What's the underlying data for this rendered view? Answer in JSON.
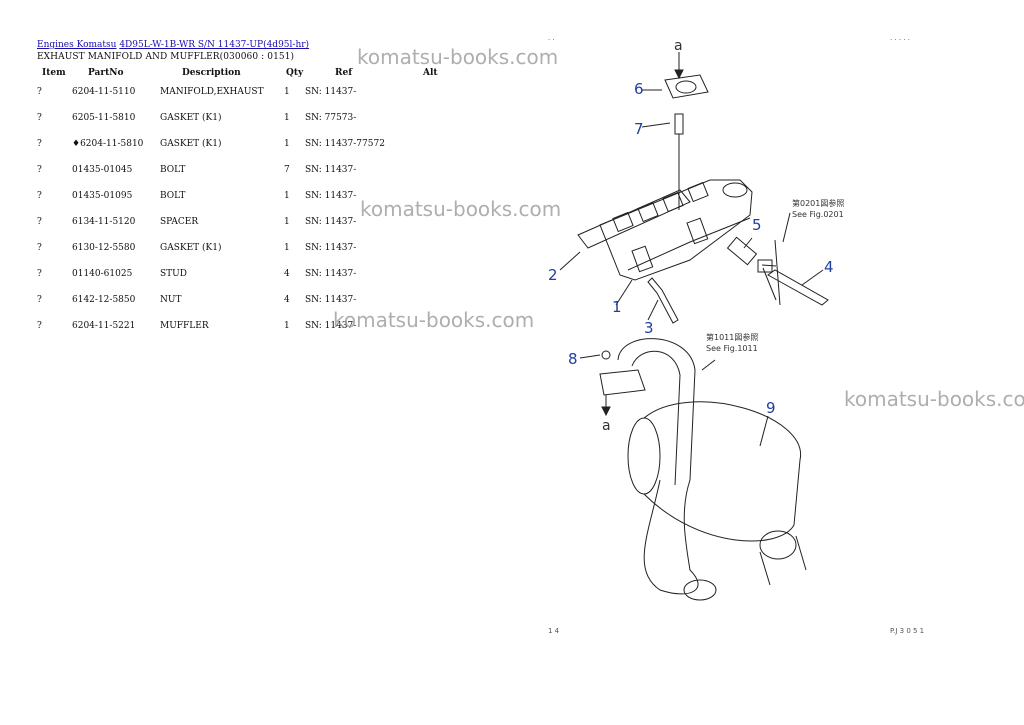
{
  "breadcrumb": {
    "engines_link": "Engines Komatsu",
    "model_link": "4D95L-W-1B-WR S/N 11437-UP(4d95l-hr)"
  },
  "page_title": "EXHAUST MANIFOLD AND MUFFLER(030060 : 0151)",
  "table": {
    "headers": {
      "item": "Item",
      "part_no": "PartNo",
      "description": "Description",
      "qty": "Qty",
      "ref": "Ref",
      "alt": "Alt"
    },
    "rows": [
      {
        "item": "?",
        "part_no": "6204-11-5110",
        "description": "MANIFOLD,EXHAUST",
        "qty": "1",
        "ref": "SN: 11437-"
      },
      {
        "item": "?",
        "part_no": "6205-11-5810",
        "description": "GASKET (K1)",
        "qty": "1",
        "ref": "SN: 77573-"
      },
      {
        "item": "?",
        "part_no": "♦6204-11-5810",
        "description": "GASKET (K1)",
        "qty": "1",
        "ref": "SN: 11437-77572"
      },
      {
        "item": "?",
        "part_no": "01435-01045",
        "description": "BOLT",
        "qty": "7",
        "ref": "SN: 11437-"
      },
      {
        "item": "?",
        "part_no": "01435-01095",
        "description": "BOLT",
        "qty": "1",
        "ref": "SN: 11437-"
      },
      {
        "item": "?",
        "part_no": "6134-11-5120",
        "description": "SPACER",
        "qty": "1",
        "ref": "SN: 11437-"
      },
      {
        "item": "?",
        "part_no": "6130-12-5580",
        "description": "GASKET (K1)",
        "qty": "1",
        "ref": "SN: 11437-"
      },
      {
        "item": "?",
        "part_no": "01140-61025",
        "description": "STUD",
        "qty": "4",
        "ref": "SN: 11437-"
      },
      {
        "item": "?",
        "part_no": "6142-12-5850",
        "description": "NUT",
        "qty": "4",
        "ref": "SN: 11437-"
      },
      {
        "item": "?",
        "part_no": "6204-11-5221",
        "description": "MUFFLER",
        "qty": "1",
        "ref": "SN: 11437-"
      }
    ]
  },
  "watermark_text": "komatsu-books.com",
  "diagram": {
    "callouts": [
      "1",
      "2",
      "3",
      "4",
      "5",
      "6",
      "7",
      "8",
      "9"
    ],
    "flow_label": "a",
    "ref_0201_jp": "第0201図参照",
    "ref_0201_en": "See Fig.0201",
    "ref_1011_jp": "第1011図参照",
    "ref_1011_en": "See Fig.1011",
    "footer_left": "1 4",
    "footer_right": "P.J 3 0 5 1",
    "header_dots_left": ". .",
    "header_dots_right": ". . . . ."
  },
  "colors": {
    "link": "#1a0dab",
    "callout": "#1f3f9f",
    "watermark": "#9a9a9a"
  }
}
